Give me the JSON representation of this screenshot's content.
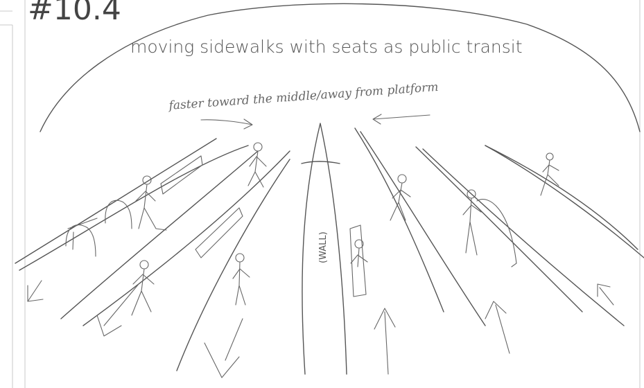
{
  "sketch": {
    "number": "#10.4",
    "title": "moving sidewalks with seats as public transit",
    "annotation": "faster toward the middle/away from platform",
    "wall_label": "(WALL)"
  }
}
